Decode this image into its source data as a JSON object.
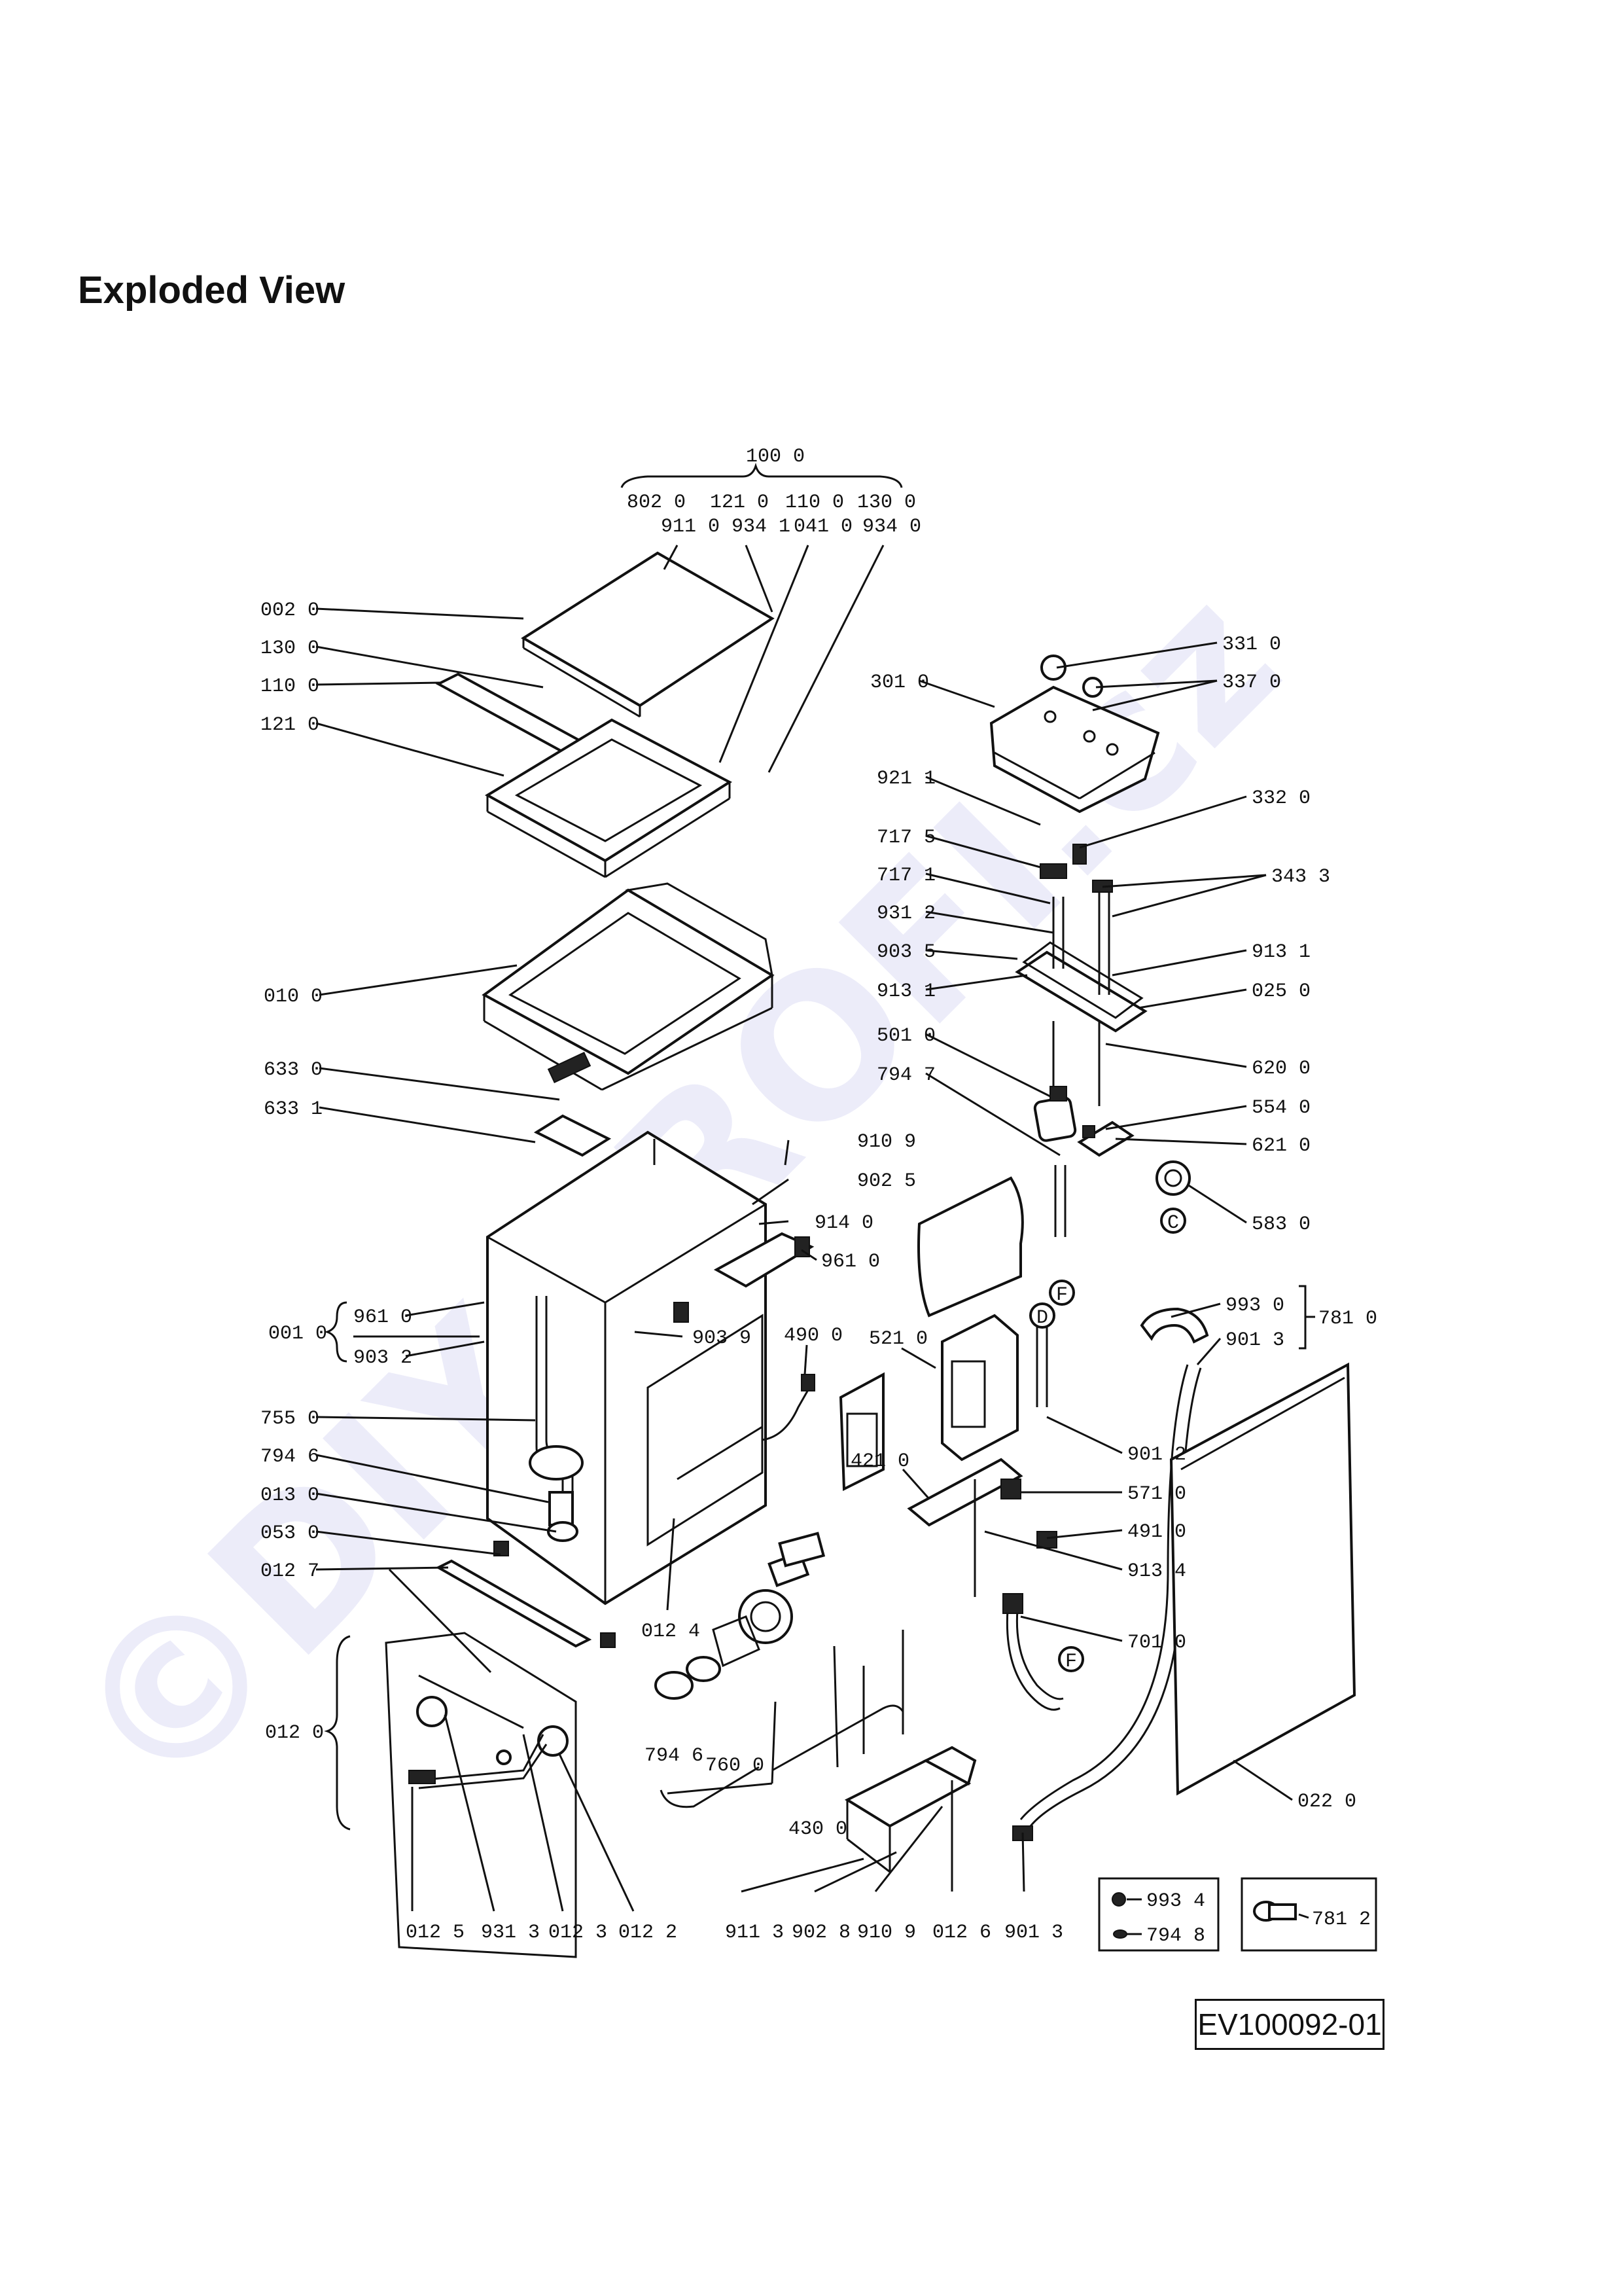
{
  "title": "Exploded View",
  "watermark": "©DIY-PROFI.cz",
  "document_code": "EV100092-01",
  "labels": {
    "l1000": "100 0",
    "l8020": "802 0",
    "l1210top": "121 0",
    "l1100top": "110 0",
    "l1300top": "130 0",
    "l9110": "911 0",
    "l9341": "934 1",
    "l0410": "041 0",
    "l9340": "934 0",
    "l0020": "002 0",
    "l1300": "130 0",
    "l1100": "110 0",
    "l1210": "121 0",
    "l0100": "010 0",
    "l6330": "633 0",
    "l6331": "633 1",
    "l0010": "001 0",
    "l9610a": "961 0",
    "l9032": "903 2",
    "l7550": "755 0",
    "l7946a": "794 6",
    "l0130": "013 0",
    "l0530": "053 0",
    "l0127": "012 7",
    "l0120": "012 0",
    "l0125": "012 5",
    "l9313": "931 3",
    "l0123": "012 3",
    "l0122": "012 2",
    "l0124": "012 4",
    "l7946b": "794 6",
    "l7600": "760 0",
    "l4300": "430 0",
    "l9109a": "910 9",
    "l9025": "902 5",
    "l9140": "914 0",
    "l9610b": "961 0",
    "l9039": "903 9",
    "l4900": "490 0",
    "l5210": "521 0",
    "l9113": "911 3",
    "l9028": "902 8",
    "l9109b": "910 9",
    "l0126": "012 6",
    "l9013b": "901 3",
    "l3310": "331 0",
    "l3370": "337 0",
    "l3010": "301 0",
    "l9211": "921 1",
    "l3320": "332 0",
    "l7175": "717 5",
    "l7171": "717 1",
    "l3433": "343 3",
    "l9312": "931 2",
    "l9035": "903 5",
    "l9131a": "913 1",
    "l9131b": "913 1",
    "l0250": "025 0",
    "l5010": "501 0",
    "l7947": "794 7",
    "l6200": "620 0",
    "l5540": "554 0",
    "l6210": "621 0",
    "l5830": "583 0",
    "l9930": "993 0",
    "l9013a": "901 3",
    "l7810": "781 0",
    "l9012": "901 2",
    "l4210": "421 0",
    "l5710": "571 0",
    "l4910": "491 0",
    "l9134": "913 4",
    "l7010": "701 0",
    "l0220": "022 0",
    "l9934": "993 4",
    "l7948": "794 8",
    "l7812": "781 2",
    "cD1": "D",
    "cF1": "F",
    "cC1": "C",
    "cF2": "F"
  }
}
